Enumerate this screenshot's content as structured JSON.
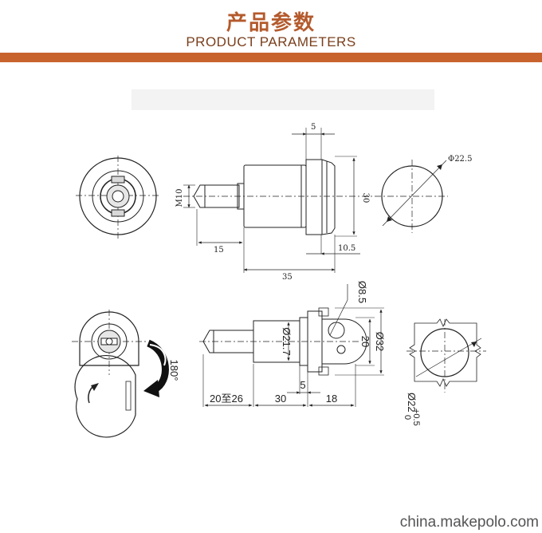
{
  "header": {
    "title_cn": "产品参数",
    "title_en": "PRODUCT PARAMETERS"
  },
  "top_drawing": {
    "dim_5": "5",
    "dim_m10": "M10",
    "dim_30": "30",
    "dim_15": "15",
    "dim_10_5": "10.5",
    "dim_35": "35",
    "dim_phi22_5": "Φ22.5"
  },
  "bottom_drawing": {
    "dim_phi8_5": "Ø8.5",
    "dim_phi21_7": "Ø21.7",
    "dim_20": "20",
    "dim_phi32": "Ø32",
    "dim_180": "180°",
    "dim_5": "5",
    "dim_20_26": "20至26",
    "dim_30": "30",
    "dim_18": "18",
    "dim_phi22": "Ø22",
    "tol_plus": "+0.5",
    "tol_minus": "0"
  },
  "watermark": "china.makepolo.com",
  "colors": {
    "accent": "#c8632e",
    "title": "#b45a2c"
  }
}
